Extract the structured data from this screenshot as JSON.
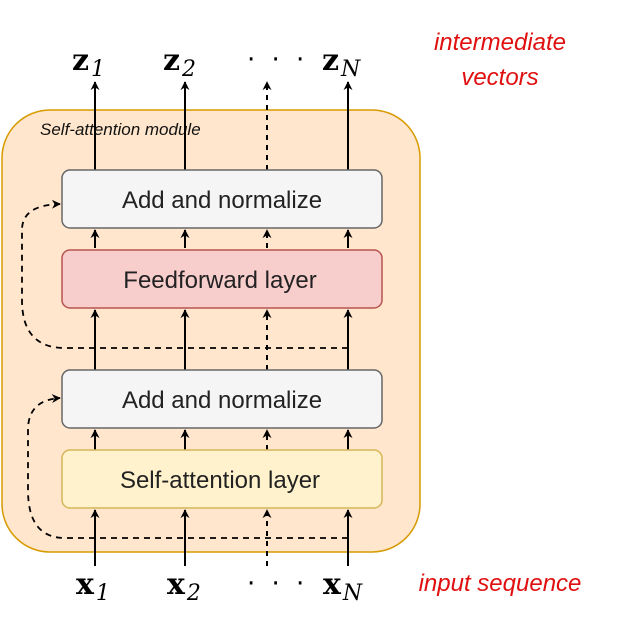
{
  "module": {
    "label": "Self-attention module",
    "fill": "#ffe6cc",
    "stroke": "#d79b00"
  },
  "boxes": {
    "add_norm_top": {
      "label": "Add and normalize",
      "fill": "#f5f5f5",
      "stroke": "#666666"
    },
    "feedforward": {
      "label": "Feedforward layer",
      "fill": "#f8cecc",
      "stroke": "#b85450"
    },
    "add_norm_bottom": {
      "label": "Add and normalize",
      "fill": "#f5f5f5",
      "stroke": "#666666"
    },
    "self_attention": {
      "label": "Self-attention layer",
      "fill": "#fff2cc",
      "stroke": "#d6b656"
    }
  },
  "outputs": {
    "z1": {
      "base": "z",
      "sub": "1"
    },
    "z2": {
      "base": "z",
      "sub": "2"
    },
    "dots": "· · ·",
    "zN": {
      "base": "z",
      "sub": "N"
    }
  },
  "inputs": {
    "x1": {
      "base": "x",
      "sub": "1"
    },
    "x2": {
      "base": "x",
      "sub": "2"
    },
    "dots": "· · ·",
    "xN": {
      "base": "x",
      "sub": "N"
    }
  },
  "labels": {
    "intermediate_line1": "intermediate",
    "intermediate_line2": "vectors",
    "input_sequence": "input sequence",
    "color": "#e01010"
  }
}
